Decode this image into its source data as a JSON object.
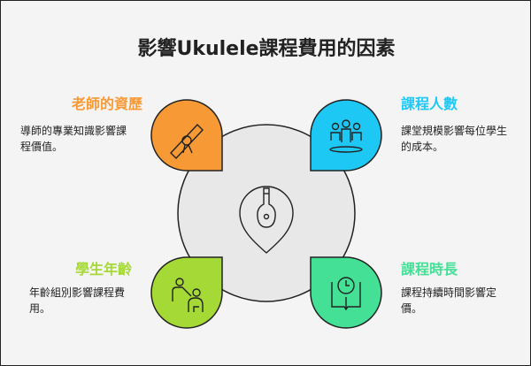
{
  "title": "影響Ukulele課程費用的因素",
  "factors": [
    {
      "title": "老師的資歷",
      "desc": "導師的專業知識影響課程價值。",
      "color": "#f79a35",
      "icon": "diploma-icon"
    },
    {
      "title": "課程人數",
      "desc": "課堂規模影響每位學生的成本。",
      "color": "#1ec8f5",
      "icon": "group-icon"
    },
    {
      "title": "學生年齡",
      "desc": "年齡組別影響課程費用。",
      "color": "#a5d936",
      "icon": "teacher-child-icon"
    },
    {
      "title": "課程時長",
      "desc": "課程持續時間影響定價。",
      "color": "#43e096",
      "icon": "clock-book-icon"
    }
  ],
  "center": {
    "icon": "ukulele-icon"
  }
}
